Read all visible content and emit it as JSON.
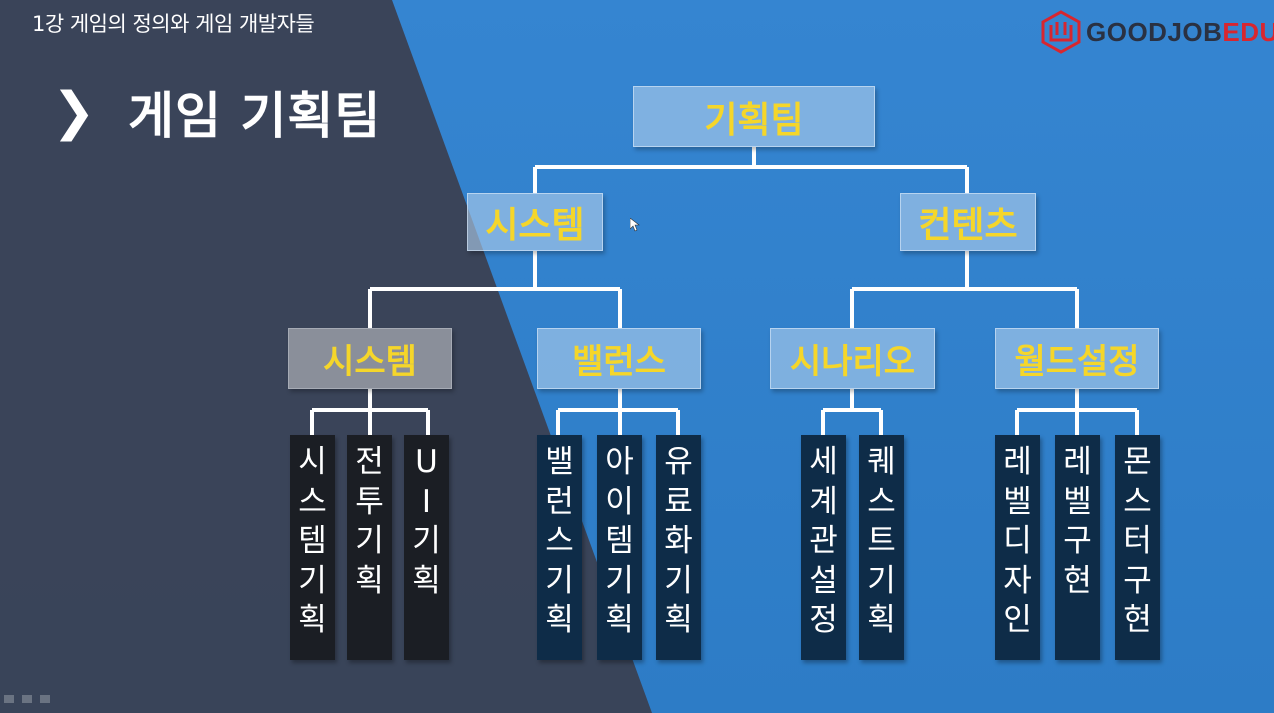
{
  "header": {
    "lecture_title": "1강 게임의 정의와 게임 개발자들",
    "chevron": "❯",
    "slide_title": "게임 기획팀",
    "logo_part1": "GOODJOB",
    "logo_part2": "EDU"
  },
  "org_chart": {
    "root": {
      "label": "기획팀"
    },
    "level1": [
      {
        "label": "시스템"
      },
      {
        "label": "컨텐츠"
      }
    ],
    "level2": [
      {
        "label": "시스템",
        "highlight": true
      },
      {
        "label": "밸런스"
      },
      {
        "label": "시나리오"
      },
      {
        "label": "월드설정"
      }
    ],
    "leaves": [
      {
        "label": "시스템기획"
      },
      {
        "label": "전투기획"
      },
      {
        "label": "UI기획"
      },
      {
        "label": "밸런스기획"
      },
      {
        "label": "아이템기획"
      },
      {
        "label": "유료화기획"
      },
      {
        "label": "세계관설정"
      },
      {
        "label": "퀘스트기획"
      },
      {
        "label": "레벨디자인"
      },
      {
        "label": "레벨구현"
      },
      {
        "label": "몬스터구현"
      }
    ]
  },
  "colors": {
    "background": "#2f7fc9",
    "dark_band": "#3a4254",
    "box_text": "#f5d62a",
    "leaf_box": "#0e2c48",
    "logo_red": "#d8262f"
  }
}
